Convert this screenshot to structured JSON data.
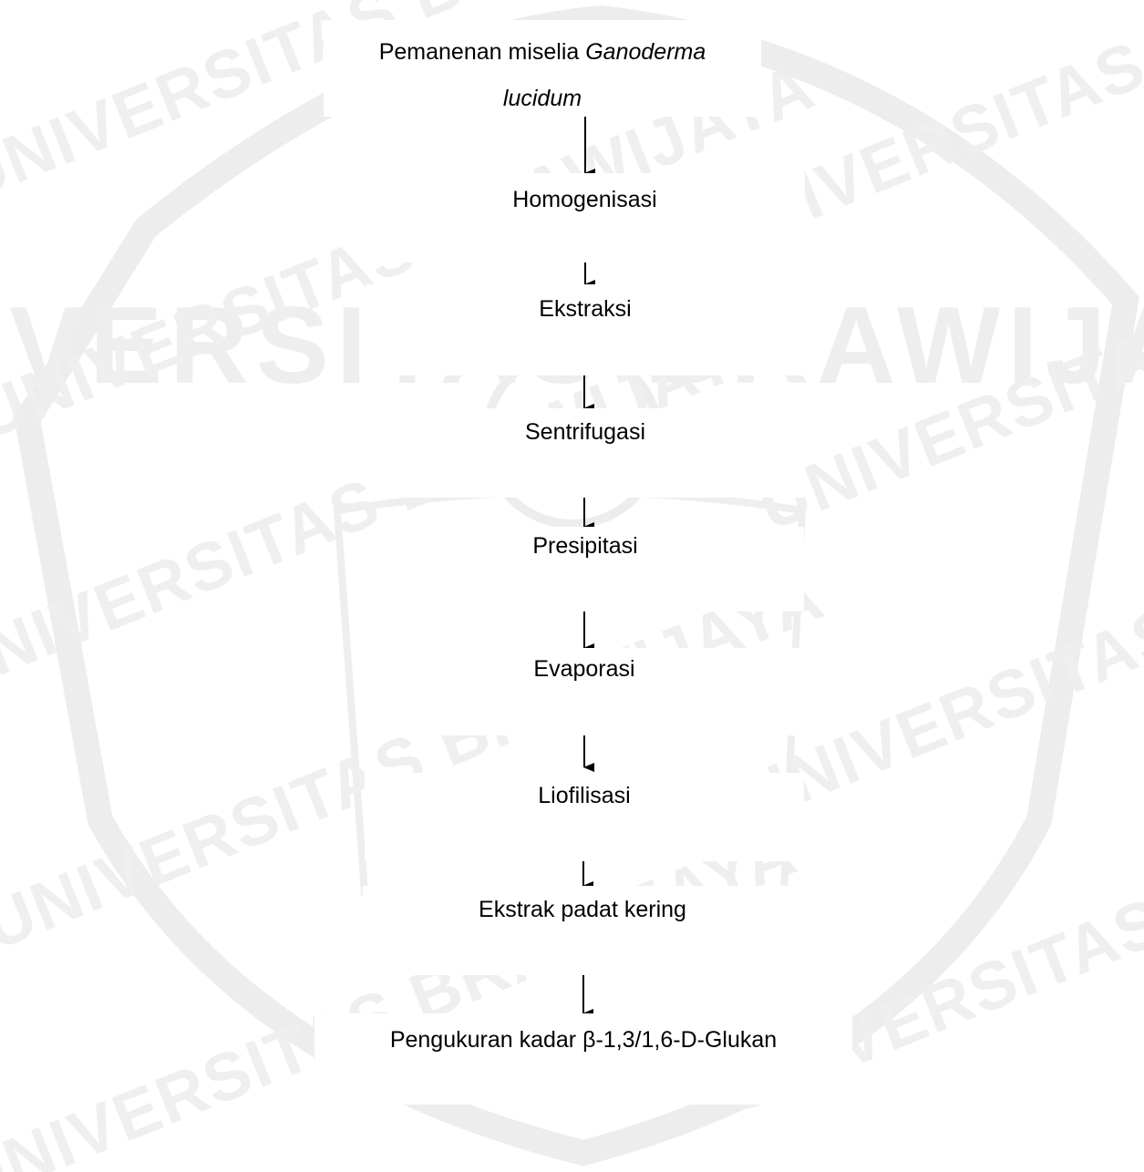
{
  "watermark": {
    "text": "UNIVERSITAS BRAWIJAYA",
    "colors": {
      "shield": "#ececec",
      "text": "#efefef"
    }
  },
  "flowchart": {
    "steps": [
      {
        "id": "pemanenan",
        "line1": "Pemanenan miselia ",
        "italic1": "Ganoderma",
        "line2_italic": "lucidum"
      },
      {
        "id": "homogenisasi",
        "label": "Homogenisasi"
      },
      {
        "id": "ekstraksi",
        "label": "Ekstraksi"
      },
      {
        "id": "sentrifugasi",
        "label": "Sentrifugasi"
      },
      {
        "id": "presipitasi",
        "label": "Presipitasi"
      },
      {
        "id": "evaporasi",
        "label": "Evaporasi"
      },
      {
        "id": "liofilisasi",
        "label": "Liofilisasi"
      },
      {
        "id": "ekstrak-padat-kering",
        "label": "Ekstrak padat kering"
      },
      {
        "id": "pengukuran",
        "label": "Pengukuran kadar β-1,3/1,6-D-Glukan"
      }
    ]
  }
}
